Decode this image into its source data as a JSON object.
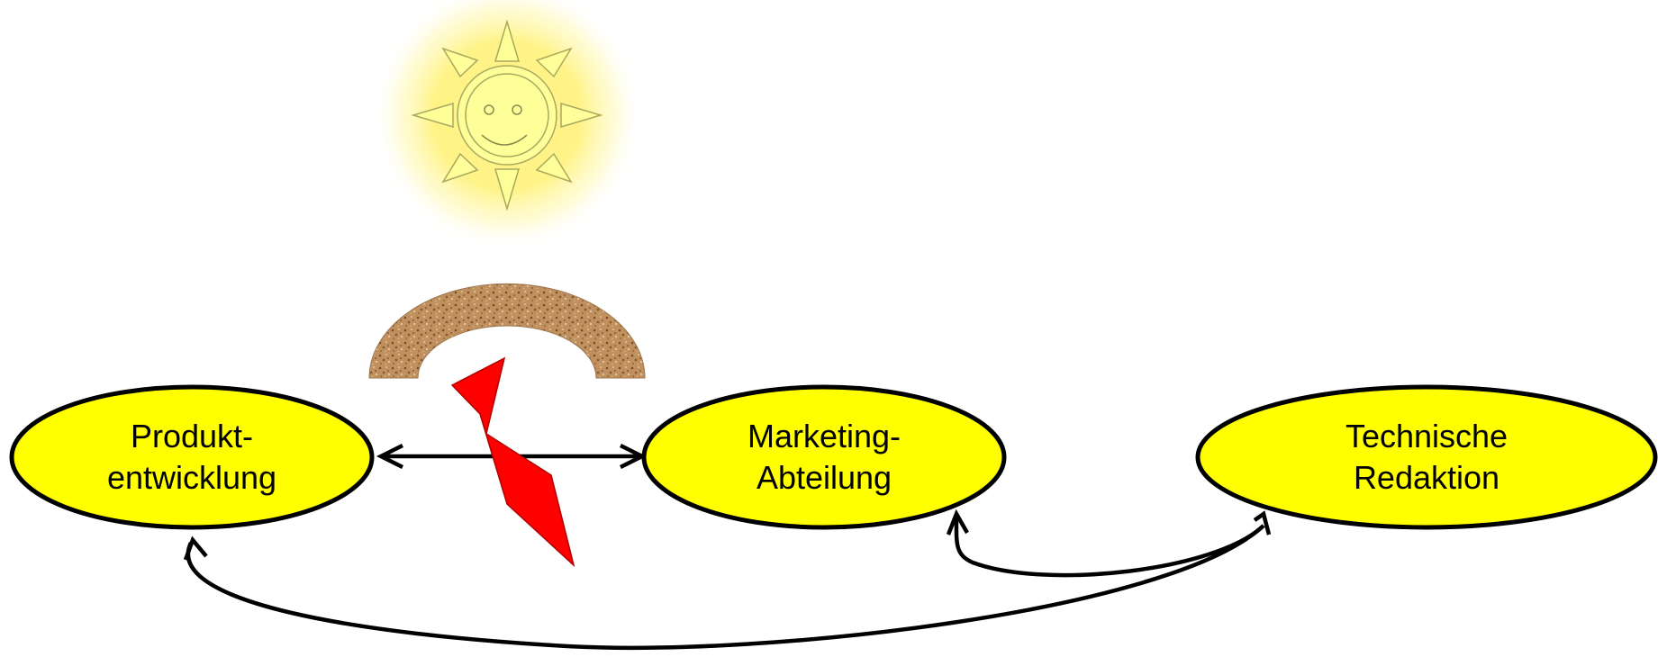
{
  "colors": {
    "node_fill": "#ffff00",
    "node_stroke": "#000000",
    "bolt_fill": "#ff0000",
    "sun_fill": "#ffff99",
    "arch_fill": "#b8875a"
  },
  "nodes": [
    {
      "id": "produktentwicklung",
      "line1": "Produkt-",
      "line2": "entwicklung"
    },
    {
      "id": "marketing",
      "line1": "Marketing-",
      "line2": "Abteilung"
    },
    {
      "id": "redaktion",
      "line1": "Technische",
      "line2": "Redaktion"
    }
  ],
  "icons": {
    "sun": "smiling-sun-icon",
    "arch": "arch-shield-icon",
    "bolt": "lightning-bolt-icon"
  }
}
